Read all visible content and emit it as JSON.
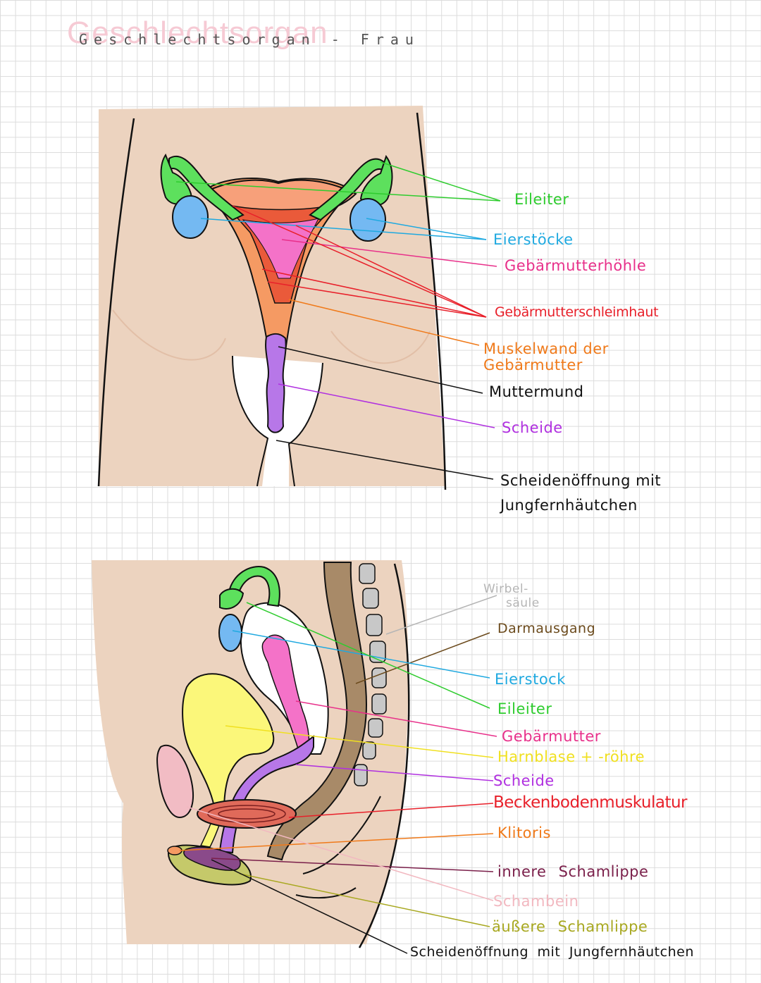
{
  "title": {
    "main": "Geschlechtsorgan",
    "sub": "Geschlechtsorgan - Frau"
  },
  "front_view": {
    "labels": [
      {
        "id": "eileiter",
        "lines": [
          "Eileiter"
        ],
        "color": "#2ecc2e"
      },
      {
        "id": "eierstoecke",
        "lines": [
          "Eierstöcke"
        ],
        "color": "#1fa9e0"
      },
      {
        "id": "gebaermutterhoehle",
        "lines": [
          "Gebärmutterhöhle"
        ],
        "color": "#e8308a"
      },
      {
        "id": "gebaermutterschleimhaut",
        "lines": [
          "Gebärmutterschleimhaut"
        ],
        "color": "#e8202a"
      },
      {
        "id": "muskelwand",
        "lines": [
          "Muskelwand der",
          "Gebärmutter"
        ],
        "color": "#f07a1a"
      },
      {
        "id": "muttermund",
        "lines": [
          "Muttermund"
        ],
        "color": "#111111"
      },
      {
        "id": "scheide",
        "lines": [
          "Scheide"
        ],
        "color": "#b030e0"
      },
      {
        "id": "scheidenoeffnung",
        "lines": [
          "Scheidenöffnung mit",
          "Jungfernhäutchen"
        ],
        "color": "#111111"
      }
    ]
  },
  "side_view": {
    "labels": [
      {
        "id": "wirbelsaeule",
        "lines": [
          "Wirbel-",
          "säule"
        ],
        "color": "#b5b5b5"
      },
      {
        "id": "darmausgang",
        "lines": [
          "Darmausgang"
        ],
        "color": "#6b4a1c"
      },
      {
        "id": "eierstock",
        "lines": [
          "Eierstock"
        ],
        "color": "#1fa9e0"
      },
      {
        "id": "eileiter",
        "lines": [
          "Eileiter"
        ],
        "color": "#2ecc2e"
      },
      {
        "id": "gebaermutter",
        "lines": [
          "Gebärmutter"
        ],
        "color": "#e8308a"
      },
      {
        "id": "harnblase",
        "lines": [
          "Harnblase + -röhre"
        ],
        "color": "#f0e020"
      },
      {
        "id": "scheide",
        "lines": [
          "Scheide"
        ],
        "color": "#b030e0"
      },
      {
        "id": "beckenboden",
        "lines": [
          "Beckenbodenmuskulatur"
        ],
        "color": "#e8202a"
      },
      {
        "id": "klitoris",
        "lines": [
          "Klitoris"
        ],
        "color": "#f07a1a"
      },
      {
        "id": "innere_schamlippe",
        "lines": [
          "innere Schamlippe"
        ],
        "color": "#7a1f4a"
      },
      {
        "id": "schambein",
        "lines": [
          "Schambein"
        ],
        "color": "#f2b8c0"
      },
      {
        "id": "aeussere_schamlippe",
        "lines": [
          "äußere Schamlippe"
        ],
        "color": "#a8a820"
      },
      {
        "id": "scheidenoeffnung",
        "lines": [
          "Scheidenöffnung mit Jungfernhäutchen"
        ],
        "color": "#111111"
      }
    ]
  }
}
